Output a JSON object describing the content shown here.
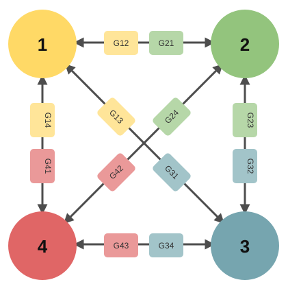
{
  "nodes": [
    {
      "id": "1",
      "label": "1",
      "color": "#ffd966"
    },
    {
      "id": "2",
      "label": "2",
      "color": "#93c47d"
    },
    {
      "id": "3",
      "label": "3",
      "color": "#76a5af"
    },
    {
      "id": "4",
      "label": "4",
      "color": "#e06666"
    }
  ],
  "edge_labels": [
    {
      "label": "G12",
      "color": "#ffe599"
    },
    {
      "label": "G21",
      "color": "#b6d7a8"
    },
    {
      "label": "G14",
      "color": "#ffe599"
    },
    {
      "label": "G41",
      "color": "#ea9999"
    },
    {
      "label": "G23",
      "color": "#b6d7a8"
    },
    {
      "label": "G32",
      "color": "#a2c4c9"
    },
    {
      "label": "G43",
      "color": "#ea9999"
    },
    {
      "label": "G34",
      "color": "#a2c4c9"
    },
    {
      "label": "G13",
      "color": "#ffe599"
    },
    {
      "label": "G31",
      "color": "#a2c4c9"
    },
    {
      "label": "G24",
      "color": "#b6d7a8"
    },
    {
      "label": "G42",
      "color": "#ea9999"
    }
  ],
  "arrow_color": "#4d4d4d"
}
